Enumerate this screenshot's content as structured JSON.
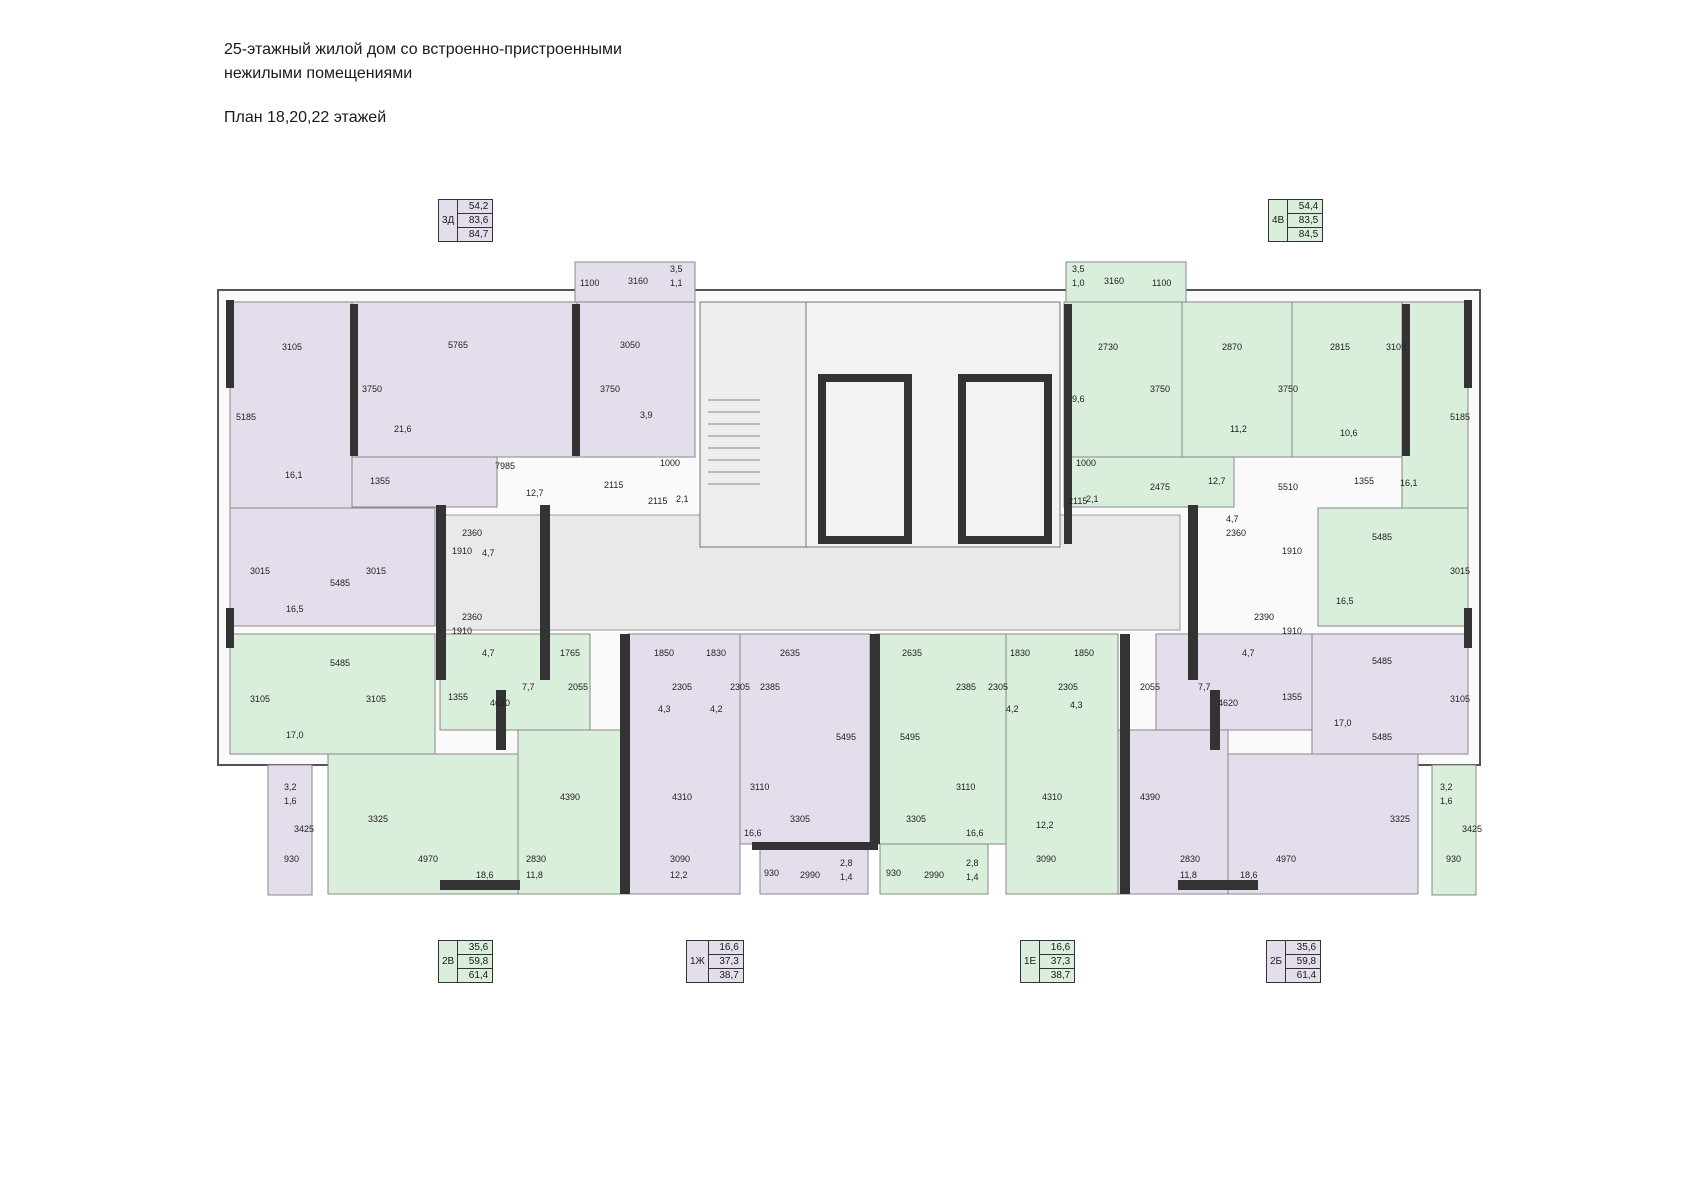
{
  "title_line1": "25-этажный жилой дом со встроенно-пристроенными",
  "title_line2": "нежилыми помещениями",
  "subtitle": "План 18,20,22 этажей",
  "colors": {
    "violet": "#e4deec",
    "green": "#d9eedb",
    "corridor": "#e9e9e9",
    "wall": "#333333"
  },
  "apartments": [
    {
      "id": "3d",
      "code": "3Д",
      "values": [
        "54,2",
        "83,6",
        "84,7"
      ],
      "color": "violet"
    },
    {
      "id": "4v",
      "code": "4В",
      "values": [
        "54,4",
        "83,5",
        "84,5"
      ],
      "color": "green"
    },
    {
      "id": "2v",
      "code": "2В",
      "values": [
        "35,6",
        "59,8",
        "61,4"
      ],
      "color": "green"
    },
    {
      "id": "1zh",
      "code": "1Ж",
      "values": [
        "16,6",
        "37,3",
        "38,7"
      ],
      "color": "violet"
    },
    {
      "id": "1e",
      "code": "1Е",
      "values": [
        "16,6",
        "37,3",
        "38,7"
      ],
      "color": "green"
    },
    {
      "id": "2b",
      "code": "2Б",
      "values": [
        "35,6",
        "59,8",
        "61,4"
      ],
      "color": "violet"
    }
  ],
  "plan_labels": {
    "L1": "3105",
    "L2": "5765",
    "L3": "3050",
    "L4": "3750",
    "L5": "3750",
    "L6": "5185",
    "L7": "21,6",
    "L8": "3,9",
    "L9": "16,1",
    "L10": "7985",
    "L11": "1355",
    "L12": "12,7",
    "L13": "2115",
    "L14": "1000",
    "L15": "2115",
    "L16": "2,1",
    "L17": "2360",
    "L18": "1910",
    "L19": "4,7",
    "L20": "3015",
    "L21": "5485",
    "L22": "3015",
    "L23": "16,5",
    "L24": "2360",
    "L25": "1910",
    "L26": "4,7",
    "L27": "5485",
    "L28": "3105",
    "L29": "3105",
    "L30": "1355",
    "L31": "7,7",
    "L32": "4620",
    "L33": "2055",
    "L34": "1765",
    "L35": "17,0",
    "L36": "1850",
    "L37": "1830",
    "L38": "2305",
    "L39": "2305",
    "L40": "4,3",
    "L41": "4,2",
    "L42": "2385",
    "L43": "2635",
    "L44": "5495",
    "L45": "3110",
    "L46": "4390",
    "L47": "4310",
    "L48": "3325",
    "L49": "3425",
    "L50": "3,2",
    "L51": "1,6",
    "L52": "930",
    "L53": "4970",
    "L54": "18,6",
    "L55": "11,8",
    "L56": "2830",
    "L57": "3090",
    "L58": "12,2",
    "L59": "3305",
    "L60": "16,6",
    "L61": "930",
    "L62": "2,8",
    "L63": "2990",
    "L64": "1,4",
    "L65": "3160",
    "L66": "3,5",
    "L67": "1,1",
    "L68": "1100",
    "R1": "3105",
    "R2": "2870",
    "R3": "2815",
    "R4": "2730",
    "R5": "3750",
    "R6": "3750",
    "R7": "5185",
    "R8": "9,6",
    "R9": "11,2",
    "R10": "10,6",
    "R11": "16,1",
    "R12": "2475",
    "R13": "5510",
    "R14": "12,7",
    "R15": "1355",
    "R16": "1000",
    "R17": "2115",
    "R18": "2,1",
    "R19": "2360",
    "R20": "4,7",
    "R21": "1910",
    "R22": "5485",
    "R23": "3015",
    "R24": "16,5",
    "R25": "2390",
    "R26": "1910",
    "R27": "4,7",
    "R28": "3105",
    "R29": "5485",
    "R30": "17,0",
    "R31": "7,7",
    "R32": "4620",
    "R33": "1355",
    "R34": "2055",
    "R35": "1850",
    "R36": "1830",
    "R37": "2305",
    "R38": "4,3",
    "R39": "2305",
    "R40": "4,2",
    "R41": "2385",
    "R42": "2635",
    "R43": "5495",
    "R44": "3110",
    "R45": "4310",
    "R46": "4390",
    "R47": "3325",
    "R48": "3425",
    "R49": "3,2",
    "R50": "1,6",
    "R51": "930",
    "R52": "4970",
    "R53": "18,6",
    "R54": "11,8",
    "R55": "2830",
    "R56": "3090",
    "R57": "12,2",
    "R58": "3305",
    "R59": "16,6",
    "R60": "930",
    "R61": "2,8",
    "R62": "2990",
    "R63": "1,4",
    "R64": "3160",
    "R65": "3,5",
    "R66": "1,0",
    "R67": "1100",
    "R68": "5485"
  }
}
